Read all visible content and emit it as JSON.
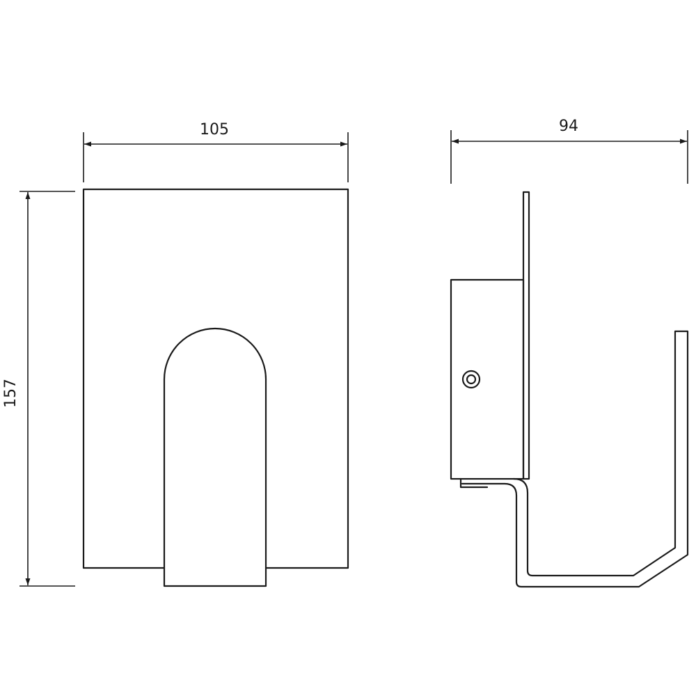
{
  "dimensions": {
    "front_width": "105",
    "front_height": "157",
    "side_depth": "94"
  },
  "colors": {
    "line": "#1a1a1a",
    "background": "#ffffff"
  }
}
